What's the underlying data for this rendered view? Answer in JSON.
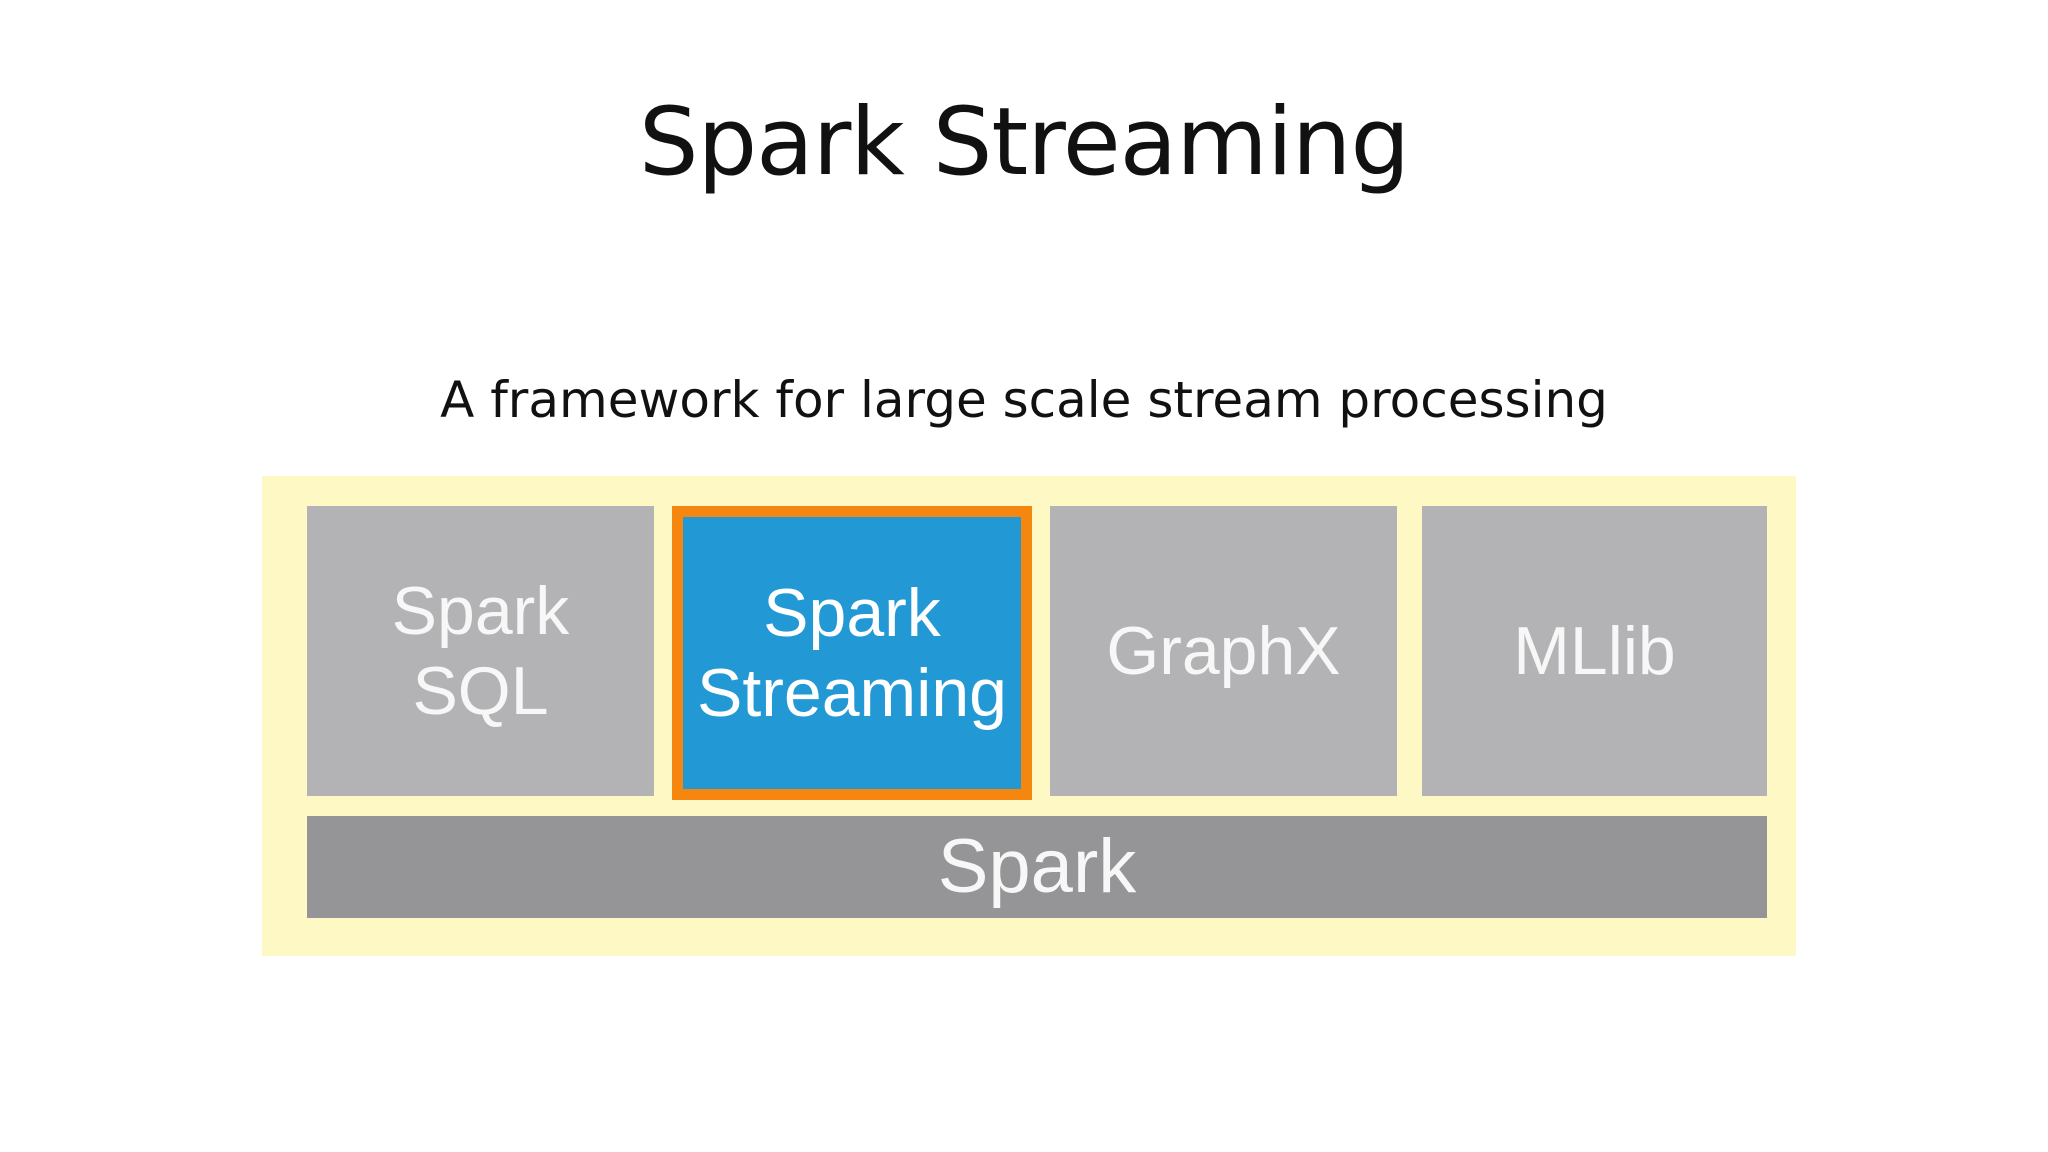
{
  "slide": {
    "title": "Spark Streaming",
    "subtitle": "A framework for large scale stream processing"
  },
  "diagram": {
    "modules": [
      {
        "label": "Spark\nSQL"
      },
      {
        "label": "Spark\nStreaming"
      },
      {
        "label": "GraphX"
      },
      {
        "label": "MLlib"
      }
    ],
    "base": {
      "label": "Spark"
    }
  },
  "colors": {
    "background_panel": "#fef9c4",
    "module_gray": "#b3b3b5",
    "base_gray": "#959497",
    "highlight_blue": "#2299d5",
    "highlight_border": "#f5860f"
  }
}
